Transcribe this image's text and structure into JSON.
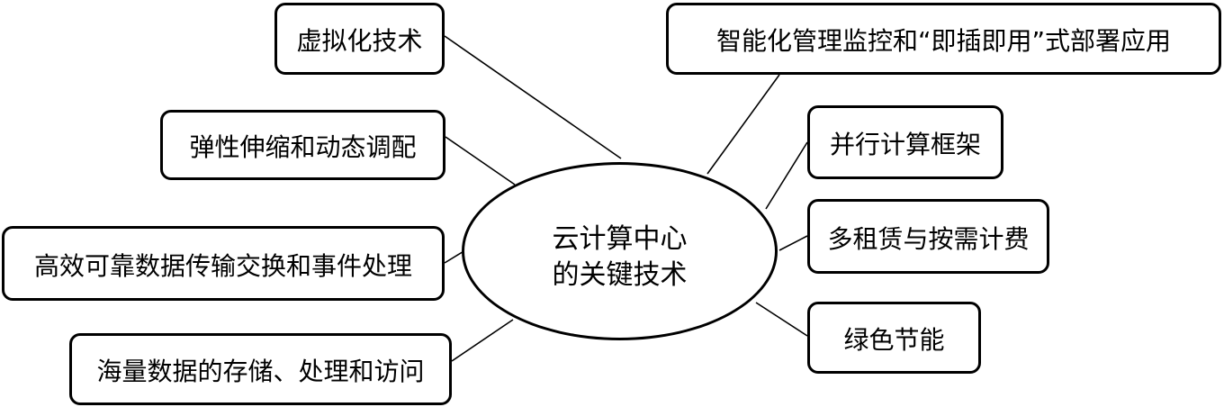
{
  "center": {
    "line1": "云计算中心",
    "line2": "的关键技术"
  },
  "nodes": {
    "virtualization": "虚拟化技术",
    "elastic_scaling": "弹性伸缩和动态调配",
    "data_transfer": "高效可靠数据传输交换和事件处理",
    "mass_storage": "海量数据的存储、处理和访问",
    "smart_management": "智能化管理监控和“即插即用”式部署应用",
    "parallel_framework": "并行计算框架",
    "multi_tenancy": "多租赁与按需计费",
    "green_energy": "绿色节能"
  },
  "colors": {
    "stroke": "#000000",
    "fill": "#ffffff"
  }
}
